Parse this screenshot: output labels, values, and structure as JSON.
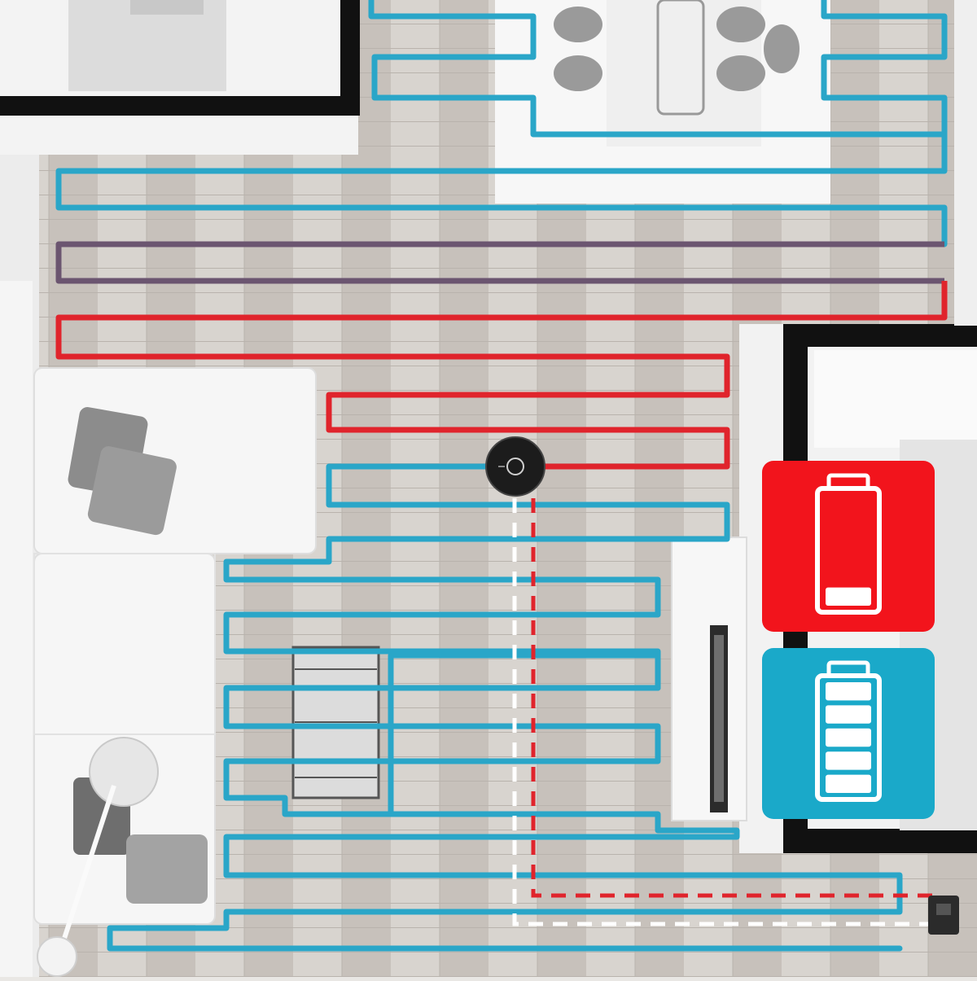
{
  "image": {
    "subject": "robot-vacuum-cleaning-path-floorplan",
    "icons": [
      "robot-vacuum-icon",
      "charging-dock-icon",
      "battery-low-icon",
      "battery-full-icon"
    ]
  },
  "colors": {
    "floor": "#cfcac4",
    "floor_plank_dark": "#b9b3ad",
    "wall": "#111111",
    "furniture": "#f4f4f4",
    "cushion": "#8c8c8c",
    "path_full_battery": "#2aa6c8",
    "path_mid": "#6b5570",
    "path_low_battery": "#e0242c",
    "return_path_low": "#e0242c",
    "return_path_full": "#ffffff",
    "badge_low_bg": "#f2141c",
    "badge_full_bg": "#1aa9c9",
    "badge_icon": "#ffffff"
  },
  "batteries": {
    "low": {
      "level": 0.2,
      "segments": 1
    },
    "full": {
      "level": 1.0,
      "segments": 5
    }
  }
}
